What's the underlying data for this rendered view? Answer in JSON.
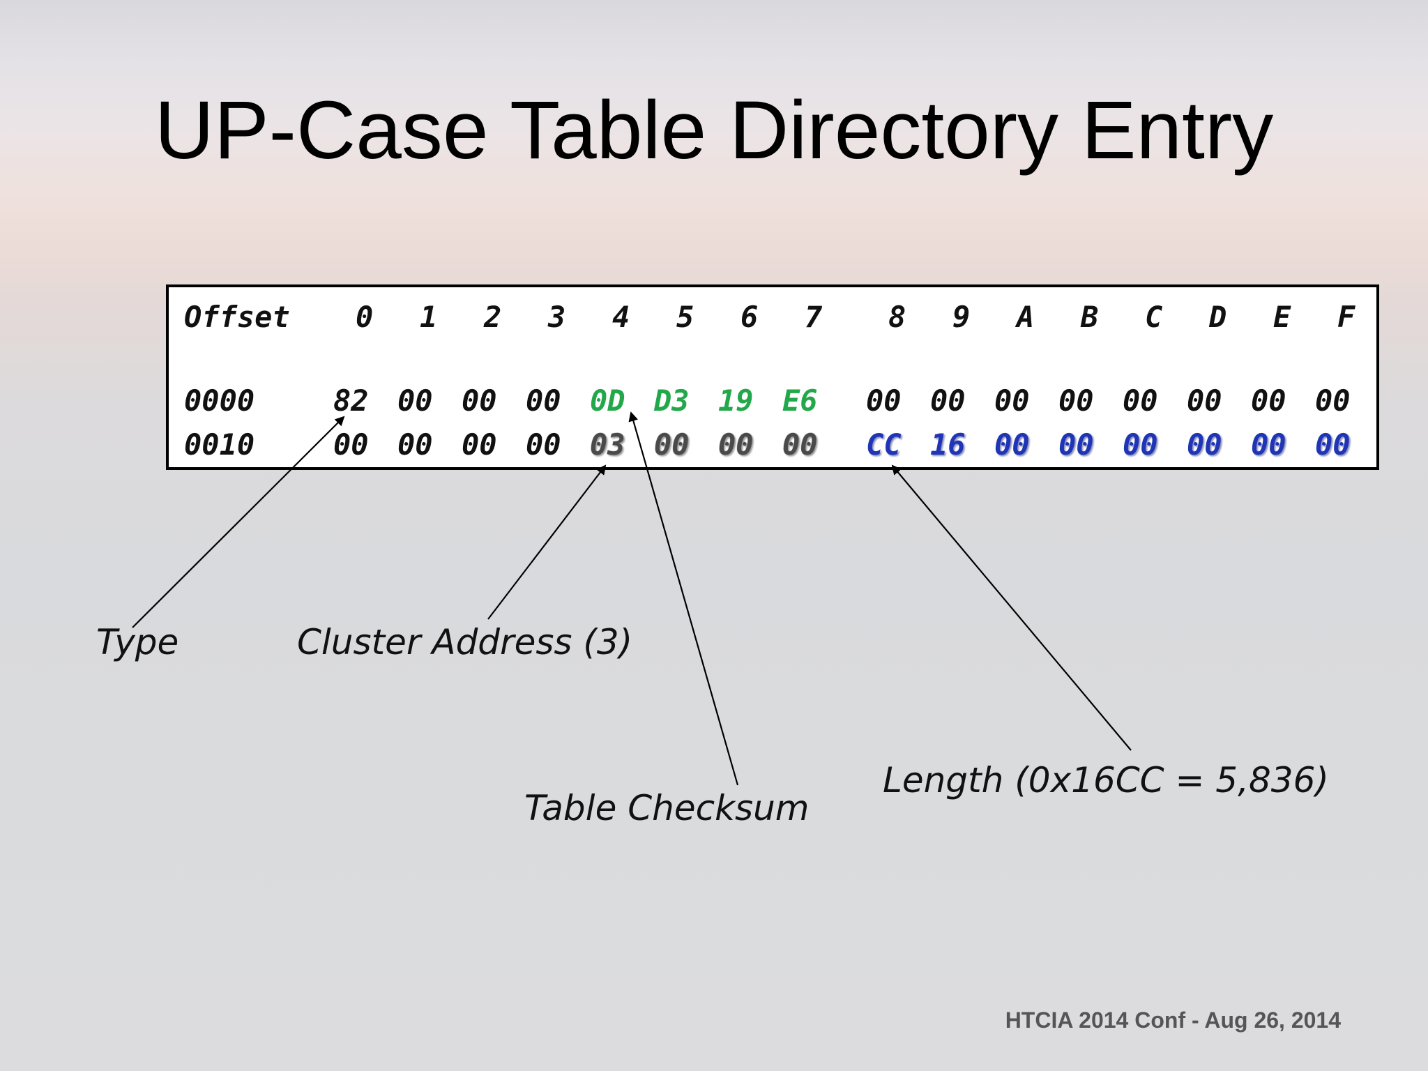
{
  "slide": {
    "title": "UP-Case Table Directory Entry",
    "footer": "HTCIA 2014 Conf - Aug 26, 2014"
  },
  "hex_table": {
    "header_label": "Offset",
    "columns": [
      "0",
      "1",
      "2",
      "3",
      "4",
      "5",
      "6",
      "7",
      "8",
      "9",
      "A",
      "B",
      "C",
      "D",
      "E",
      "F"
    ],
    "rows": [
      {
        "offset": "0000",
        "bytes": [
          "82",
          "00",
          "00",
          "00",
          "0D",
          "D3",
          "19",
          "E6",
          "00",
          "00",
          "00",
          "00",
          "00",
          "00",
          "00",
          "00"
        ],
        "styles": [
          "black",
          "black",
          "black",
          "black",
          "green",
          "green",
          "green",
          "green",
          "black",
          "black",
          "black",
          "black",
          "black",
          "black",
          "black",
          "black"
        ]
      },
      {
        "offset": "0010",
        "bytes": [
          "00",
          "00",
          "00",
          "00",
          "03",
          "00",
          "00",
          "00",
          "CC",
          "16",
          "00",
          "00",
          "00",
          "00",
          "00",
          "00"
        ],
        "styles": [
          "black",
          "black",
          "black",
          "black",
          "shadow",
          "shadow",
          "shadow",
          "shadow",
          "blue",
          "blue",
          "blue",
          "blue",
          "blue",
          "blue",
          "blue",
          "blue"
        ]
      }
    ],
    "colors": {
      "green": "#22a84a",
      "blue": "#1f35b5",
      "shadow": "#4a4a4a",
      "black": "#111111"
    }
  },
  "annotations": {
    "type": "Type",
    "cluster_address": "Cluster Address (3)",
    "table_checksum": "Table Checksum",
    "length": "Length (0x16CC = 5,836)"
  }
}
